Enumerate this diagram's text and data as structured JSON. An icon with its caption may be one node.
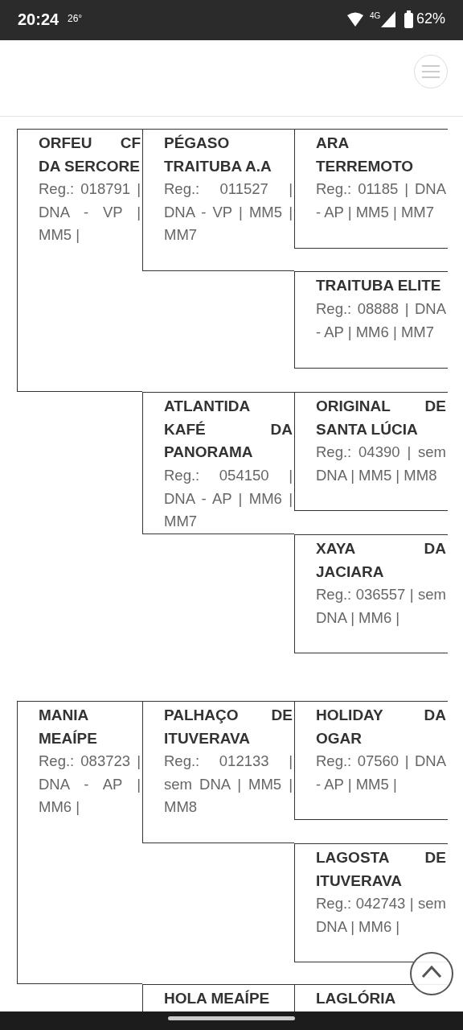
{
  "diagram": {
    "nodes": [
      {
        "text": [
          "ORFEU CF DA SERCORE",
          "Reg.: 018791 | DNA - VP | MM5 |"
        ]
      },
      {
        "text": [
          "PÉGASO TRAITUBA A.A",
          "Reg.: 011527 | DNA - VP | MM5 | MM7"
        ]
      },
      {
        "text": [
          "ARA TERREMOTO",
          "Reg.: 01185 | DNA - AP | MM5 | MM7"
        ]
      },
      {
        "text": [
          "TRAITUBA ELITE",
          "Reg.: 08888 | DNA - AP | MM6 | MM7"
        ]
      },
      {
        "text": [
          "ATLANTIDA KAFÉ DA PANORAMA",
          "Reg.: 054150 | DNA - AP | MM6 | MM7"
        ]
      },
      {
        "text": [
          "ORIGINAL DE SANTA LÚCIA",
          "Reg.: 04390 | sem DNA | MM5 | MM8"
        ]
      },
      {
        "text": [
          "XAYA DA JACIARA",
          "Reg.: 036557 | sem DNA | MM6 |"
        ]
      },
      {
        "text": [
          "MANIA MEAÍPE",
          "Reg.: 083723 | DNA - AP | MM6 |"
        ]
      },
      {
        "text": [
          "PALHAÇO DE ITUVERAVA",
          "Reg.: 012133 | sem DNA | MM5 | MM8"
        ]
      },
      {
        "text": [
          "HOLIDAY DA OGAR",
          "Reg.: 07560 | DNA - AP | MM5 |"
        ]
      },
      {
        "text": [
          "LAGOSTA DE ITUVERAVA",
          "Reg.: 042743 | sem DNA | MM6 |"
        ]
      },
      {
        "text": [
          "HOLA MEAÍPE"
        ]
      },
      {
        "text": [
          "LAGLÓRIA"
        ]
      }
    ],
    "edges": [],
    "labels": [
      "20:24",
      "26°",
      "4G",
      "62%"
    ]
  }
}
